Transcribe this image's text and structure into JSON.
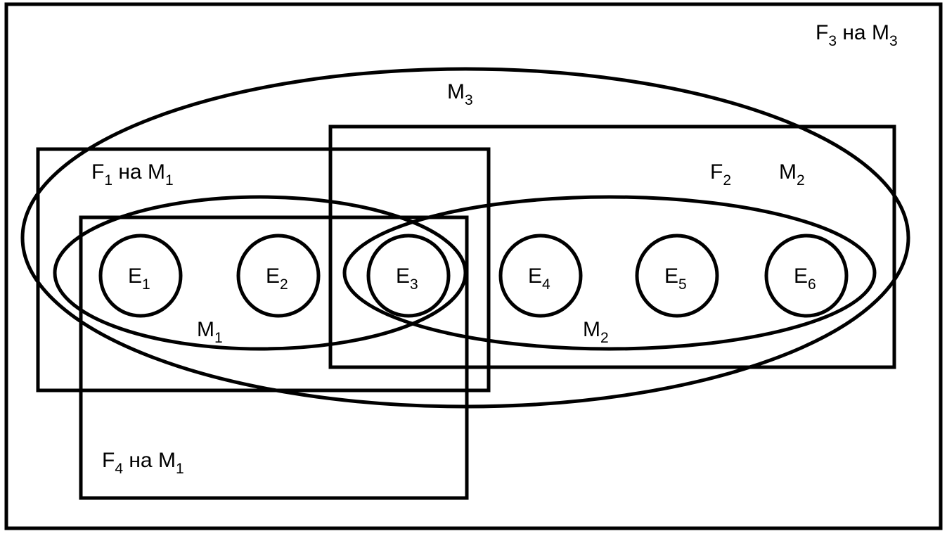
{
  "labels": {
    "f3_on_m3": {
      "base": "F",
      "sub": "3",
      "mid": " на M",
      "sub2": "3"
    },
    "m3": {
      "base": "M",
      "sub": "3"
    },
    "f1_on_m1": {
      "base": "F",
      "sub": "1",
      "mid": " на M",
      "sub2": "1"
    },
    "f2": {
      "base": "F",
      "sub": "2"
    },
    "m2_top": {
      "base": "M",
      "sub": "2"
    },
    "m1": {
      "base": "M",
      "sub": "1"
    },
    "m2": {
      "base": "M",
      "sub": "2"
    },
    "f4_on_m1": {
      "base": "F",
      "sub": "4",
      "mid": " на M",
      "sub2": "1"
    }
  },
  "elements": [
    {
      "base": "E",
      "sub": "1"
    },
    {
      "base": "E",
      "sub": "2"
    },
    {
      "base": "E",
      "sub": "3"
    },
    {
      "base": "E",
      "sub": "4"
    },
    {
      "base": "E",
      "sub": "5"
    },
    {
      "base": "E",
      "sub": "6"
    }
  ]
}
